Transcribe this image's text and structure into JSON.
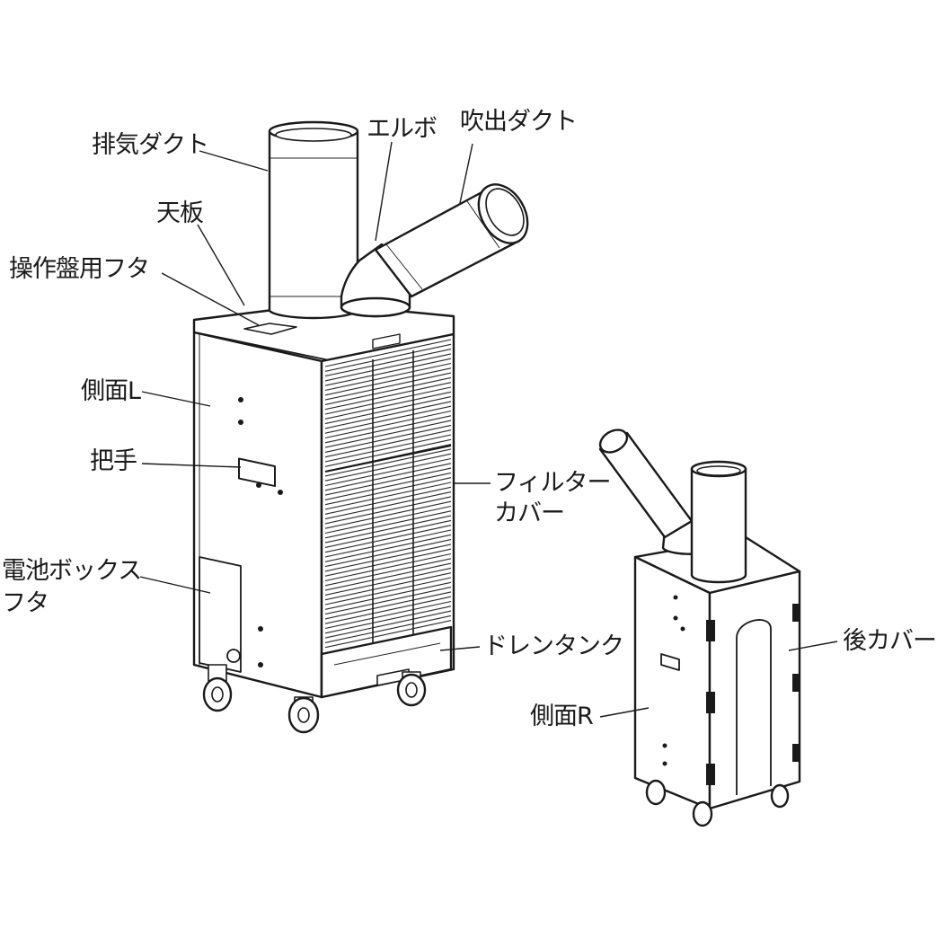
{
  "labels": {
    "exhaust_duct": "排気ダクト",
    "elbow": "エルボ",
    "outlet_duct": "吹出ダクト",
    "top_plate": "天板",
    "panel_cover": "操作盤用フタ",
    "side_l": "側面L",
    "handle": "把手",
    "filter_cover_1": "フィルター",
    "filter_cover_2": "カバー",
    "battery_cover_1": "電池ボックス",
    "battery_cover_2": "フタ",
    "drain_tank": "ドレンタンク",
    "side_r": "側面R",
    "rear_cover": "後カバー"
  }
}
